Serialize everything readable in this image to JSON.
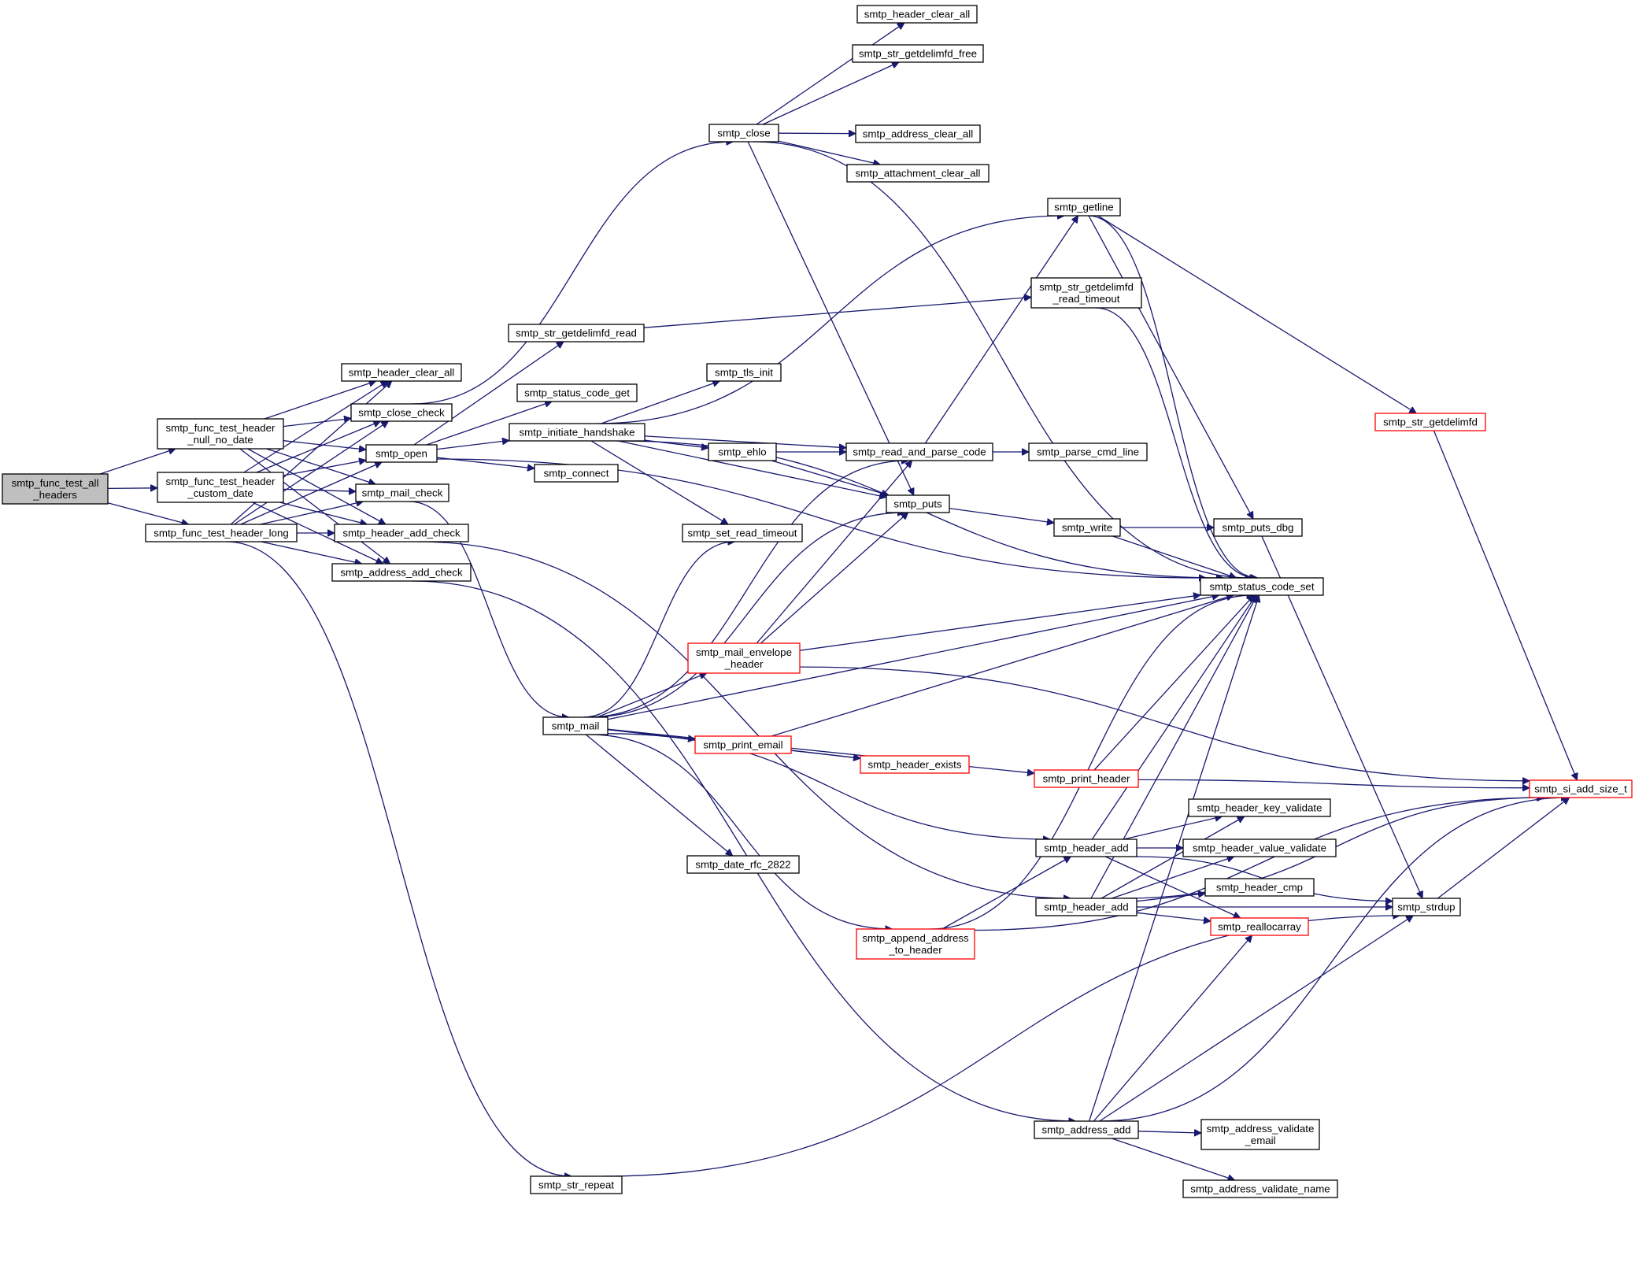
{
  "colors": {
    "edge": "#191970",
    "node_border": "#000000",
    "truncated_border": "#ff0000",
    "root_fill": "#bfbfbf",
    "background": "#ffffff"
  },
  "nodes": [
    {
      "id": "root",
      "lines": [
        "smtp_func_test_all",
        "_headers"
      ],
      "style": "root"
    },
    {
      "id": "hnd",
      "lines": [
        "smtp_func_test_header",
        "_null_no_date"
      ],
      "style": "normal"
    },
    {
      "id": "hcd",
      "lines": [
        "smtp_func_test_header",
        "_custom_date"
      ],
      "style": "normal"
    },
    {
      "id": "hl",
      "lines": [
        "smtp_func_test_header_long"
      ],
      "style": "normal"
    },
    {
      "id": "hca1",
      "lines": [
        "smtp_header_clear_all"
      ],
      "style": "normal"
    },
    {
      "id": "cc",
      "lines": [
        "smtp_close_check"
      ],
      "style": "normal"
    },
    {
      "id": "open",
      "lines": [
        "smtp_open"
      ],
      "style": "normal"
    },
    {
      "id": "mc",
      "lines": [
        "smtp_mail_check"
      ],
      "style": "normal"
    },
    {
      "id": "hac",
      "lines": [
        "smtp_header_add_check"
      ],
      "style": "normal"
    },
    {
      "id": "aac",
      "lines": [
        "smtp_address_add_check"
      ],
      "style": "normal"
    },
    {
      "id": "sgr",
      "lines": [
        "smtp_str_getdelimfd_read"
      ],
      "style": "normal"
    },
    {
      "id": "scg",
      "lines": [
        "smtp_status_code_get"
      ],
      "style": "normal"
    },
    {
      "id": "ih",
      "lines": [
        "smtp_initiate_handshake"
      ],
      "style": "normal"
    },
    {
      "id": "conn",
      "lines": [
        "smtp_connect"
      ],
      "style": "normal"
    },
    {
      "id": "close",
      "lines": [
        "smtp_close"
      ],
      "style": "normal"
    },
    {
      "id": "hca2",
      "lines": [
        "smtp_header_clear_all"
      ],
      "style": "normal"
    },
    {
      "id": "sgf",
      "lines": [
        "smtp_str_getdelimfd_free"
      ],
      "style": "normal"
    },
    {
      "id": "adca",
      "lines": [
        "smtp_address_clear_all"
      ],
      "style": "normal"
    },
    {
      "id": "atca",
      "lines": [
        "smtp_attachment_clear_all"
      ],
      "style": "normal"
    },
    {
      "id": "tls",
      "lines": [
        "smtp_tls_init"
      ],
      "style": "normal"
    },
    {
      "id": "ehlo",
      "lines": [
        "smtp_ehlo"
      ],
      "style": "normal"
    },
    {
      "id": "rpc",
      "lines": [
        "smtp_read_and_parse_code"
      ],
      "style": "normal"
    },
    {
      "id": "srt",
      "lines": [
        "smtp_set_read_timeout"
      ],
      "style": "normal"
    },
    {
      "id": "puts",
      "lines": [
        "smtp_puts"
      ],
      "style": "normal"
    },
    {
      "id": "getline",
      "lines": [
        "smtp_getline"
      ],
      "style": "normal"
    },
    {
      "id": "sgrt",
      "lines": [
        "smtp_str_getdelimfd",
        "_read_timeout"
      ],
      "style": "normal"
    },
    {
      "id": "pcl",
      "lines": [
        "smtp_parse_cmd_line"
      ],
      "style": "normal"
    },
    {
      "id": "write",
      "lines": [
        "smtp_write"
      ],
      "style": "normal"
    },
    {
      "id": "pdbg",
      "lines": [
        "smtp_puts_dbg"
      ],
      "style": "normal"
    },
    {
      "id": "scs",
      "lines": [
        "smtp_status_code_set"
      ],
      "style": "normal"
    },
    {
      "id": "sgd",
      "lines": [
        "smtp_str_getdelimfd"
      ],
      "style": "trunc"
    },
    {
      "id": "mail",
      "lines": [
        "smtp_mail"
      ],
      "style": "normal"
    },
    {
      "id": "meh",
      "lines": [
        "smtp_mail_envelope",
        "_header"
      ],
      "style": "trunc"
    },
    {
      "id": "pe",
      "lines": [
        "smtp_print_email"
      ],
      "style": "trunc"
    },
    {
      "id": "he",
      "lines": [
        "smtp_header_exists"
      ],
      "style": "trunc"
    },
    {
      "id": "ph",
      "lines": [
        "smtp_print_header"
      ],
      "style": "trunc"
    },
    {
      "id": "drfc",
      "lines": [
        "smtp_date_rfc_2822"
      ],
      "style": "normal"
    },
    {
      "id": "aath",
      "lines": [
        "smtp_append_address",
        "_to_header"
      ],
      "style": "trunc"
    },
    {
      "id": "ha1",
      "lines": [
        "smtp_header_add"
      ],
      "style": "normal"
    },
    {
      "id": "ha2",
      "lines": [
        "smtp_header_add"
      ],
      "style": "normal"
    },
    {
      "id": "hkv",
      "lines": [
        "smtp_header_key_validate"
      ],
      "style": "normal"
    },
    {
      "id": "hvv",
      "lines": [
        "smtp_header_value_validate"
      ],
      "style": "normal"
    },
    {
      "id": "hcmp",
      "lines": [
        "smtp_header_cmp"
      ],
      "style": "normal"
    },
    {
      "id": "realloc",
      "lines": [
        "smtp_reallocarray"
      ],
      "style": "trunc"
    },
    {
      "id": "strdup",
      "lines": [
        "smtp_strdup"
      ],
      "style": "normal"
    },
    {
      "id": "siadd",
      "lines": [
        "smtp_si_add_size_t"
      ],
      "style": "trunc"
    },
    {
      "id": "aa",
      "lines": [
        "smtp_address_add"
      ],
      "style": "normal"
    },
    {
      "id": "ave",
      "lines": [
        "smtp_address_validate",
        "_email"
      ],
      "style": "normal"
    },
    {
      "id": "avn",
      "lines": [
        "smtp_address_validate_name"
      ],
      "style": "normal"
    },
    {
      "id": "srep",
      "lines": [
        "smtp_str_repeat"
      ],
      "style": "normal"
    }
  ],
  "edges": [
    [
      "root",
      "hnd"
    ],
    [
      "root",
      "hcd"
    ],
    [
      "root",
      "hl"
    ],
    [
      "hnd",
      "hca1"
    ],
    [
      "hnd",
      "cc"
    ],
    [
      "hnd",
      "open"
    ],
    [
      "hnd",
      "mc"
    ],
    [
      "hnd",
      "hac"
    ],
    [
      "hnd",
      "aac"
    ],
    [
      "hcd",
      "hca1"
    ],
    [
      "hcd",
      "cc"
    ],
    [
      "hcd",
      "open"
    ],
    [
      "hcd",
      "mc"
    ],
    [
      "hcd",
      "hac"
    ],
    [
      "hcd",
      "aac"
    ],
    [
      "hl",
      "hca1"
    ],
    [
      "hl",
      "cc"
    ],
    [
      "hl",
      "open"
    ],
    [
      "hl",
      "mc"
    ],
    [
      "hl",
      "hac"
    ],
    [
      "hl",
      "aac"
    ],
    [
      "hl",
      "srep"
    ],
    [
      "cc",
      "close"
    ],
    [
      "open",
      "sgr"
    ],
    [
      "open",
      "scg"
    ],
    [
      "open",
      "ih"
    ],
    [
      "open",
      "conn"
    ],
    [
      "open",
      "scs"
    ],
    [
      "close",
      "hca2"
    ],
    [
      "close",
      "sgf"
    ],
    [
      "close",
      "adca"
    ],
    [
      "close",
      "atca"
    ],
    [
      "close",
      "scs"
    ],
    [
      "close",
      "puts"
    ],
    [
      "sgr",
      "sgrt"
    ],
    [
      "ih",
      "tls"
    ],
    [
      "ih",
      "ehlo"
    ],
    [
      "ih",
      "rpc"
    ],
    [
      "ih",
      "srt"
    ],
    [
      "ih",
      "puts"
    ],
    [
      "ih",
      "getline"
    ],
    [
      "ih",
      "scs"
    ],
    [
      "ehlo",
      "rpc"
    ],
    [
      "ehlo",
      "puts"
    ],
    [
      "rpc",
      "pcl"
    ],
    [
      "rpc",
      "getline"
    ],
    [
      "puts",
      "write"
    ],
    [
      "write",
      "pdbg"
    ],
    [
      "write",
      "scs"
    ],
    [
      "getline",
      "pdbg"
    ],
    [
      "getline",
      "sgd"
    ],
    [
      "getline",
      "scs"
    ],
    [
      "sgrt",
      "scs"
    ],
    [
      "sgd",
      "siadd"
    ],
    [
      "pdbg",
      "strdup"
    ],
    [
      "mc",
      "mail"
    ],
    [
      "mail",
      "srt"
    ],
    [
      "mail",
      "rpc"
    ],
    [
      "mail",
      "puts"
    ],
    [
      "mail",
      "meh"
    ],
    [
      "mail",
      "scs"
    ],
    [
      "mail",
      "pe"
    ],
    [
      "mail",
      "he"
    ],
    [
      "mail",
      "ph"
    ],
    [
      "mail",
      "drfc"
    ],
    [
      "mail",
      "ha1"
    ],
    [
      "mail",
      "aath"
    ],
    [
      "meh",
      "rpc"
    ],
    [
      "meh",
      "puts"
    ],
    [
      "meh",
      "scs"
    ],
    [
      "meh",
      "siadd"
    ],
    [
      "pe",
      "he"
    ],
    [
      "pe",
      "scs"
    ],
    [
      "ph",
      "scs"
    ],
    [
      "ph",
      "siadd"
    ],
    [
      "aath",
      "ha1"
    ],
    [
      "aath",
      "scs"
    ],
    [
      "aath",
      "siadd"
    ],
    [
      "ha1",
      "scs"
    ],
    [
      "ha1",
      "hkv"
    ],
    [
      "ha1",
      "hvv"
    ],
    [
      "ha1",
      "realloc"
    ],
    [
      "ha1",
      "strdup"
    ],
    [
      "ha2",
      "scs"
    ],
    [
      "ha2",
      "hkv"
    ],
    [
      "ha2",
      "hvv"
    ],
    [
      "ha2",
      "hcmp"
    ],
    [
      "ha2",
      "realloc"
    ],
    [
      "ha2",
      "strdup"
    ],
    [
      "ha2",
      "siadd"
    ],
    [
      "hac",
      "ha2"
    ],
    [
      "aac",
      "aa"
    ],
    [
      "aa",
      "scs"
    ],
    [
      "aa",
      "realloc"
    ],
    [
      "aa",
      "strdup"
    ],
    [
      "aa",
      "ave"
    ],
    [
      "aa",
      "avn"
    ],
    [
      "aa",
      "siadd"
    ],
    [
      "strdup",
      "siadd"
    ],
    [
      "srep",
      "strdup"
    ]
  ]
}
